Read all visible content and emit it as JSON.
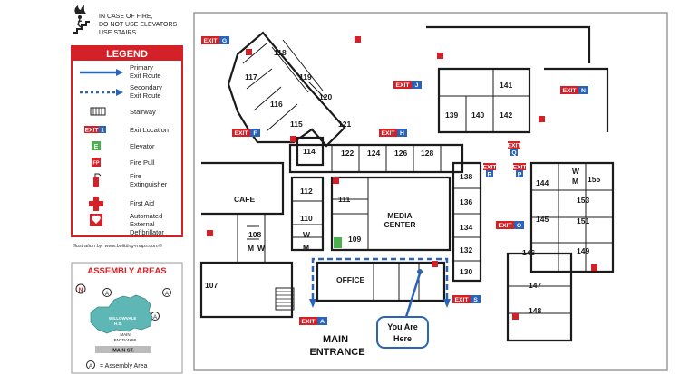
{
  "fire_warning": {
    "line1": "IN CASE OF FIRE,",
    "line2": "DO NOT USE ELEVATORS",
    "line3": "USE STAIRS"
  },
  "legend": {
    "title": "LEGEND",
    "items": {
      "primary_exit": "Primary\nExit Route",
      "primary_exit_l1": "Primary",
      "primary_exit_l2": "Exit Route",
      "secondary_exit_l1": "Secondary",
      "secondary_exit_l2": "Exit Route",
      "stairway": "Stairway",
      "exit_location": "Exit Location",
      "exit_badge_word": "EXIT",
      "exit_badge_num": "1",
      "elevator": "Elevator",
      "elevator_glyph": "E",
      "fire_pull": "Fire Pull",
      "fire_pull_glyph": "FP",
      "fire_ext_l1": "Fire",
      "fire_ext_l2": "Extinguisher",
      "first_aid": "First Aid",
      "aed_l1": "Automated",
      "aed_l2": "External",
      "aed_l3": "Defibrillator"
    },
    "credit": "Illustration by: www.building-maps.com©"
  },
  "assembly": {
    "title": "ASSEMBLY AREAS",
    "school_l1": "WILLOWVALE",
    "school_l2": "H.S.",
    "main_entrance_l1": "MAIN",
    "main_entrance_l2": "ENTRANCE",
    "street": "MAIN ST.",
    "marker": "A",
    "north": "N",
    "key": "= Assembly Area"
  },
  "map": {
    "rooms": {
      "r118": "118",
      "r117": "117",
      "r119": "119",
      "r116": "116",
      "r120": "120",
      "r115": "115",
      "r121": "121",
      "r114": "114",
      "r122": "122",
      "r124": "124",
      "r126": "126",
      "r128": "128",
      "r138": "138",
      "r136": "136",
      "r134": "134",
      "r132": "132",
      "r130": "130",
      "r112": "112",
      "r111": "111",
      "r110": "110",
      "r109": "109",
      "r108": "108",
      "r107": "107",
      "r141": "141",
      "r139": "139",
      "r140": "140",
      "r142": "142",
      "r144": "144",
      "r145": "145",
      "r146": "146",
      "r147": "147",
      "r148": "148",
      "r149": "149",
      "r151": "151",
      "r153": "153",
      "r155": "155",
      "cafe": "CAFE",
      "media_l1": "MEDIA",
      "media_l2": "CENTER",
      "office": "OFFICE",
      "w": "W",
      "m": "M"
    },
    "exits": {
      "word": "EXIT",
      "g": "G",
      "f": "F",
      "h": "H",
      "j": "J",
      "n": "N",
      "q": "Q",
      "r": "R",
      "p": "P",
      "o": "O",
      "s": "S",
      "a": "A"
    },
    "you_are_here_l1": "You Are",
    "you_are_here_l2": "Here",
    "main_entrance_l1": "MAIN",
    "main_entrance_l2": "ENTRANCE"
  },
  "colors": {
    "exit_red": "#d42027",
    "route_blue": "#2a63b8",
    "assembly_teal": "#5fb7b5",
    "elevator_green": "#4caf50"
  }
}
